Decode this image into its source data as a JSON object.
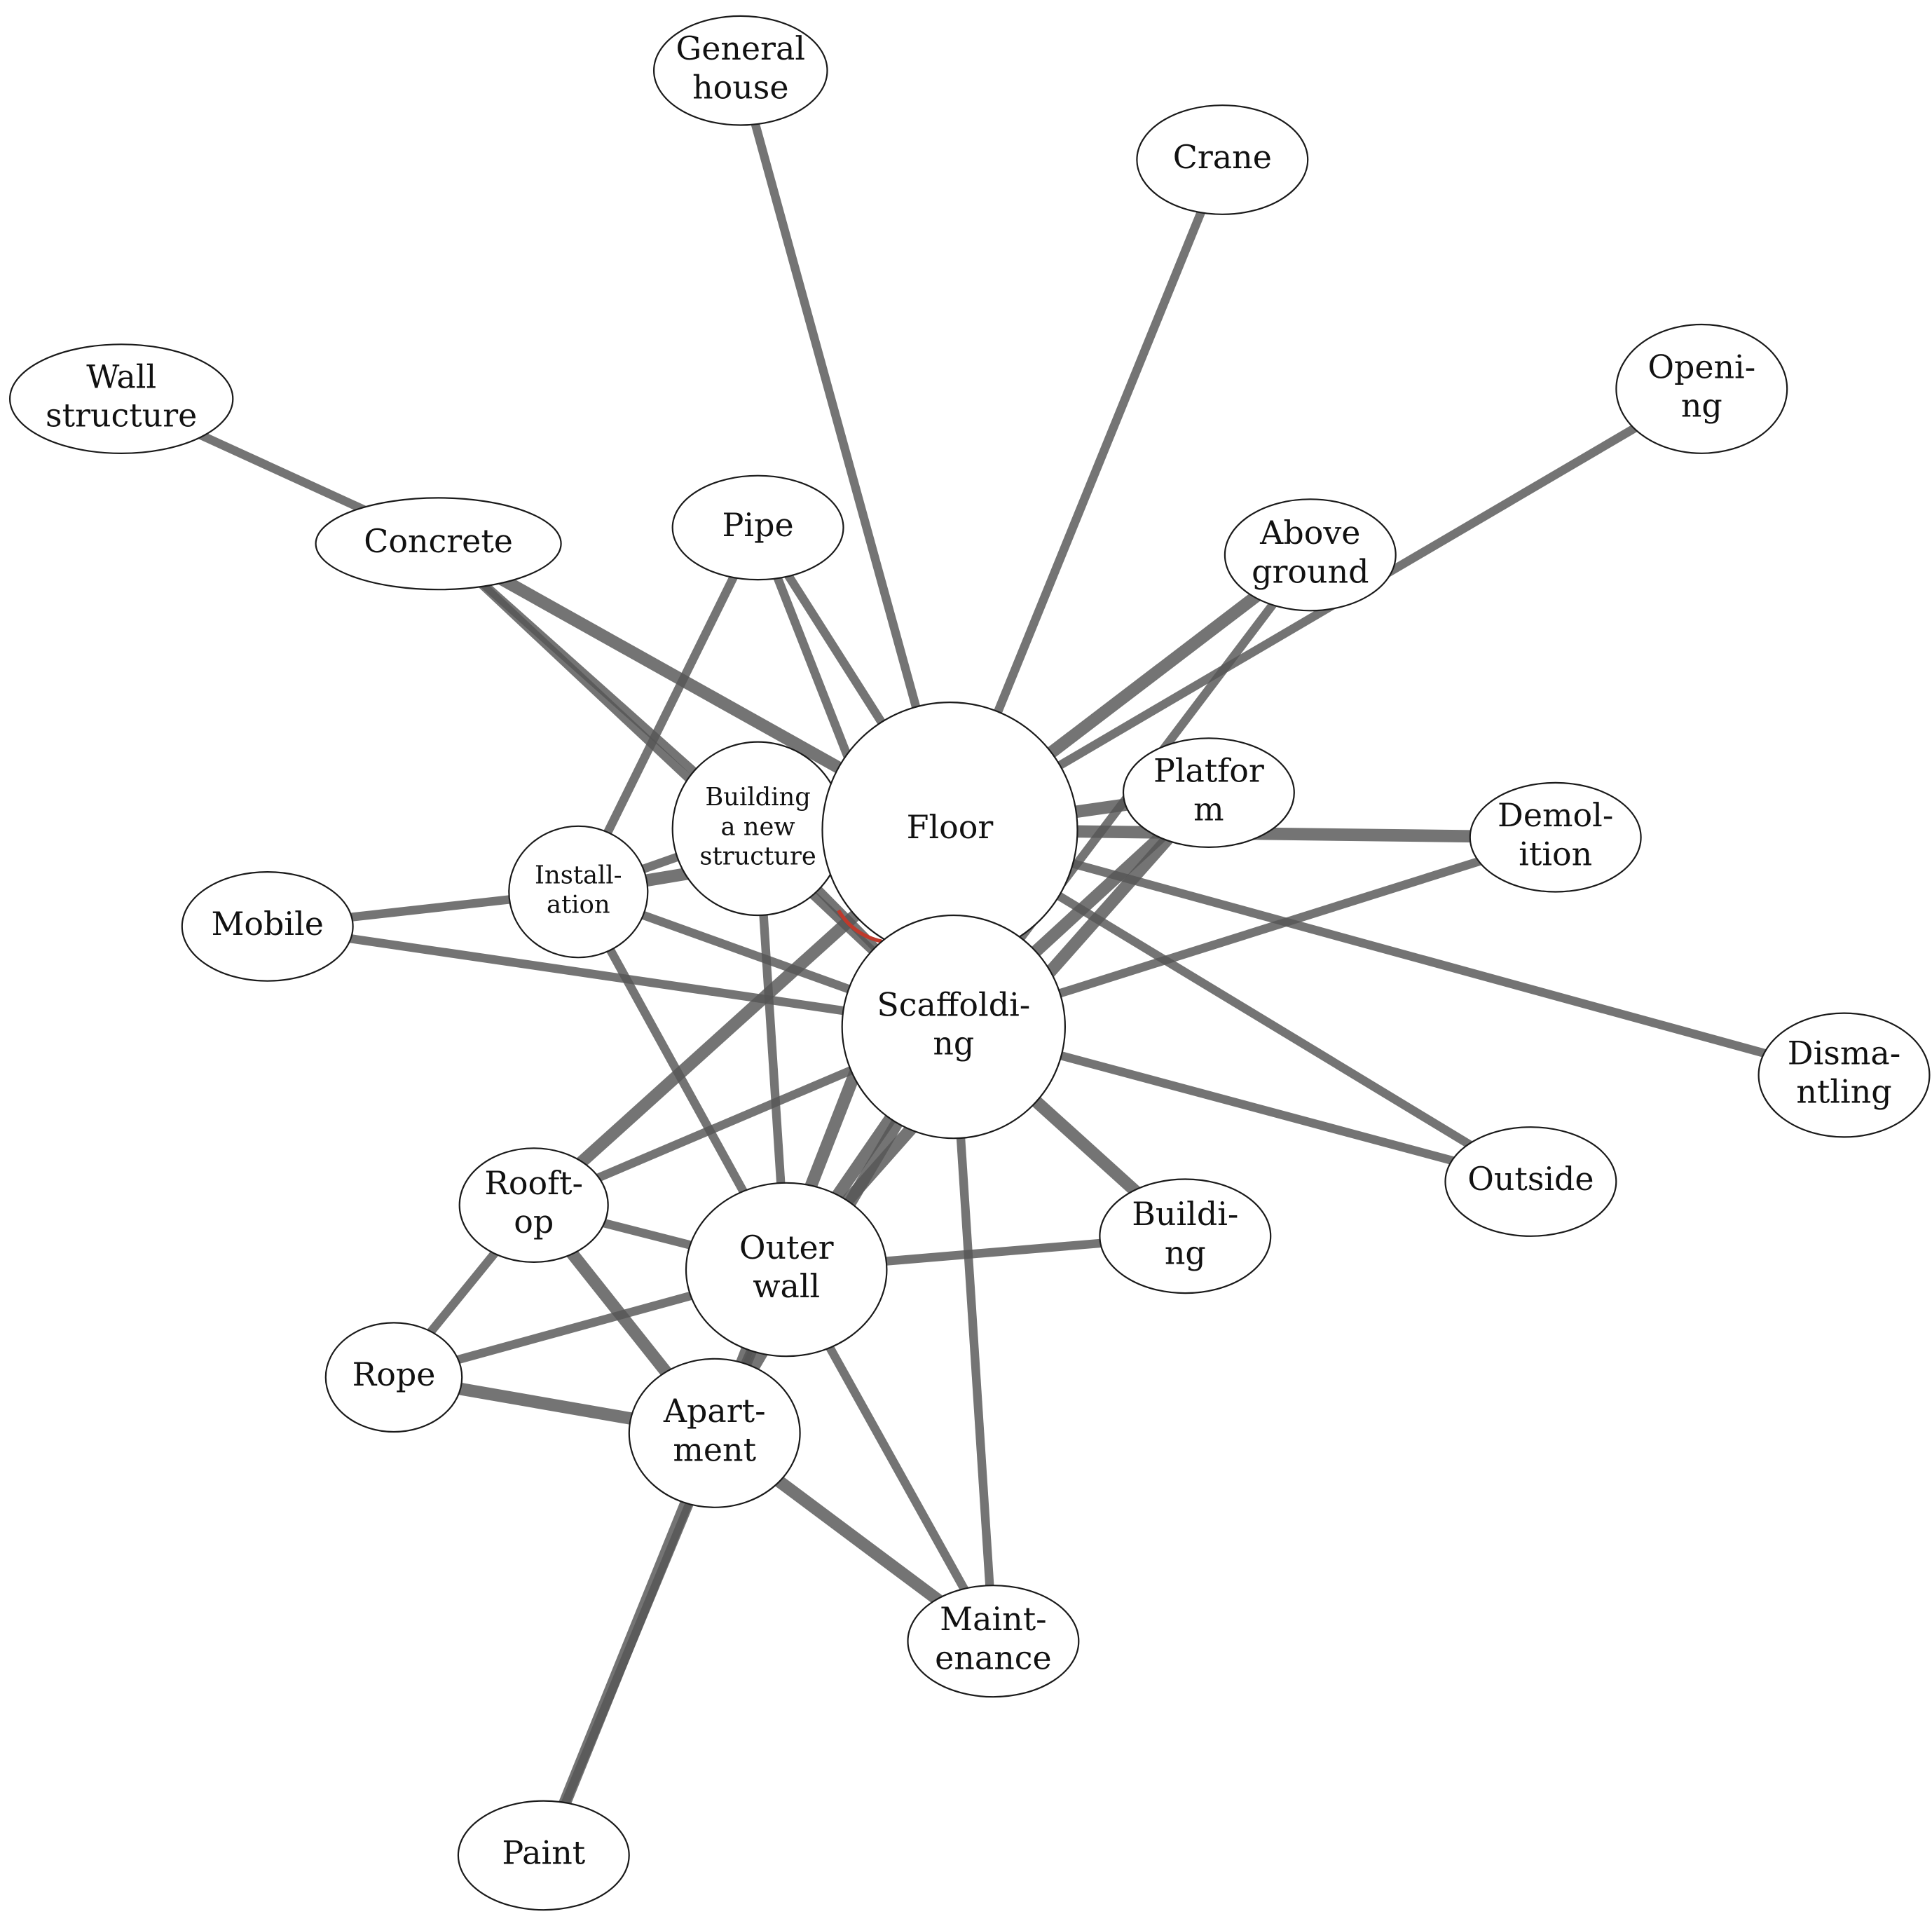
{
  "diagram": {
    "type": "keyword co-occurrence network",
    "colors": {
      "edge": "#555555",
      "node_fill": "#ffffff",
      "node_stroke": "#1a1a1a",
      "accent_arc": "#c0392b"
    },
    "nodes": [
      {
        "id": "general-house",
        "lines": [
          "General",
          "house"
        ]
      },
      {
        "id": "crane",
        "lines": [
          "Crane"
        ]
      },
      {
        "id": "wall-structure",
        "lines": [
          "Wall",
          "structure"
        ]
      },
      {
        "id": "opening",
        "lines": [
          "Openi-",
          "ng"
        ]
      },
      {
        "id": "concrete",
        "lines": [
          "Concrete"
        ]
      },
      {
        "id": "pipe",
        "lines": [
          "Pipe"
        ]
      },
      {
        "id": "above-ground",
        "lines": [
          "Above",
          "ground"
        ]
      },
      {
        "id": "building-a-new-structure",
        "lines": [
          "Building",
          "a new",
          "structure"
        ]
      },
      {
        "id": "floor",
        "lines": [
          "Floor"
        ]
      },
      {
        "id": "platform",
        "lines": [
          "Platfor",
          "m"
        ]
      },
      {
        "id": "demolition",
        "lines": [
          "Demol-",
          "ition"
        ]
      },
      {
        "id": "installation",
        "lines": [
          "Install-",
          "ation"
        ]
      },
      {
        "id": "mobile",
        "lines": [
          "Mobile"
        ]
      },
      {
        "id": "scaffolding",
        "lines": [
          "Scaffoldi-",
          "ng"
        ]
      },
      {
        "id": "dismantling",
        "lines": [
          "Disma-",
          "ntling"
        ]
      },
      {
        "id": "outside",
        "lines": [
          "Outside"
        ]
      },
      {
        "id": "rooftop",
        "lines": [
          "Rooft-",
          "op"
        ]
      },
      {
        "id": "outer-wall",
        "lines": [
          "Outer",
          "wall"
        ]
      },
      {
        "id": "building",
        "lines": [
          "Buildi-",
          "ng"
        ]
      },
      {
        "id": "rope",
        "lines": [
          "Rope"
        ]
      },
      {
        "id": "apartment",
        "lines": [
          "Apart-",
          "ment"
        ]
      },
      {
        "id": "maintenance",
        "lines": [
          "Maint-",
          "enance"
        ]
      },
      {
        "id": "paint",
        "lines": [
          "Paint"
        ]
      }
    ],
    "edges": [
      {
        "source": "general-house",
        "target": "floor",
        "weight": 2
      },
      {
        "source": "crane",
        "target": "floor",
        "weight": 2
      },
      {
        "source": "wall-structure",
        "target": "concrete",
        "weight": 2
      },
      {
        "source": "opening",
        "target": "floor",
        "weight": 2
      },
      {
        "source": "concrete",
        "target": "floor",
        "weight": 3
      },
      {
        "source": "concrete",
        "target": "scaffolding",
        "weight": 2
      },
      {
        "source": "concrete",
        "target": "building-a-new-structure",
        "weight": 2
      },
      {
        "source": "pipe",
        "target": "floor",
        "weight": 2
      },
      {
        "source": "pipe",
        "target": "scaffolding",
        "weight": 2
      },
      {
        "source": "pipe",
        "target": "installation",
        "weight": 2
      },
      {
        "source": "above-ground",
        "target": "floor",
        "weight": 3
      },
      {
        "source": "above-ground",
        "target": "scaffolding",
        "weight": 2
      },
      {
        "source": "floor",
        "target": "platform",
        "weight": 3
      },
      {
        "source": "floor",
        "target": "demolition",
        "weight": 3
      },
      {
        "source": "floor",
        "target": "dismantling",
        "weight": 2
      },
      {
        "source": "floor",
        "target": "outside",
        "weight": 2
      },
      {
        "source": "floor",
        "target": "scaffolding",
        "weight": 3
      },
      {
        "source": "floor",
        "target": "installation",
        "weight": 3
      },
      {
        "source": "floor",
        "target": "rooftop",
        "weight": 3
      },
      {
        "source": "floor",
        "target": "apartment",
        "weight": 3
      },
      {
        "source": "platform",
        "target": "scaffolding",
        "weight": 3
      },
      {
        "source": "platform",
        "target": "outer-wall",
        "weight": 3
      },
      {
        "source": "demolition",
        "target": "scaffolding",
        "weight": 2
      },
      {
        "source": "outside",
        "target": "scaffolding",
        "weight": 2
      },
      {
        "source": "mobile",
        "target": "installation",
        "weight": 2
      },
      {
        "source": "mobile",
        "target": "scaffolding",
        "weight": 2
      },
      {
        "source": "installation",
        "target": "scaffolding",
        "weight": 2
      },
      {
        "source": "installation",
        "target": "outer-wall",
        "weight": 2
      },
      {
        "source": "installation",
        "target": "building-a-new-structure",
        "weight": 2
      },
      {
        "source": "building-a-new-structure",
        "target": "outer-wall",
        "weight": 2
      },
      {
        "source": "building-a-new-structure",
        "target": "scaffolding",
        "weight": 2
      },
      {
        "source": "scaffolding",
        "target": "building",
        "weight": 3
      },
      {
        "source": "scaffolding",
        "target": "maintenance",
        "weight": 2
      },
      {
        "source": "scaffolding",
        "target": "outer-wall",
        "weight": 3
      },
      {
        "source": "scaffolding",
        "target": "rooftop",
        "weight": 2
      },
      {
        "source": "scaffolding",
        "target": "apartment",
        "weight": 3
      },
      {
        "source": "rooftop",
        "target": "rope",
        "weight": 2
      },
      {
        "source": "rooftop",
        "target": "outer-wall",
        "weight": 2
      },
      {
        "source": "rooftop",
        "target": "apartment",
        "weight": 3
      },
      {
        "source": "outer-wall",
        "target": "building",
        "weight": 2
      },
      {
        "source": "outer-wall",
        "target": "rope",
        "weight": 2
      },
      {
        "source": "outer-wall",
        "target": "maintenance",
        "weight": 2
      },
      {
        "source": "outer-wall",
        "target": "apartment",
        "weight": 2
      },
      {
        "source": "outer-wall",
        "target": "paint",
        "weight": 2
      },
      {
        "source": "rope",
        "target": "apartment",
        "weight": 3
      },
      {
        "source": "apartment",
        "target": "maintenance",
        "weight": 3
      },
      {
        "source": "apartment",
        "target": "paint",
        "weight": 3
      }
    ]
  }
}
